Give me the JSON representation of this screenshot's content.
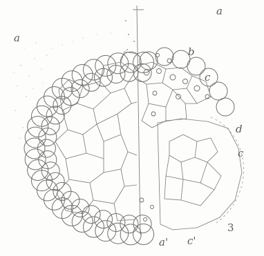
{
  "figure": {
    "labels": {
      "a_top": "a",
      "a_left": "a",
      "b": "b",
      "c_upper": "c",
      "d": "d",
      "c_right": "c",
      "a_prime": "a'",
      "c_prime": "c'",
      "figure_number": "3"
    }
  },
  "colors": {
    "ink": "#5a5a5a",
    "cell_line": "#6f6f6f",
    "paper": "#fdfdfc"
  }
}
